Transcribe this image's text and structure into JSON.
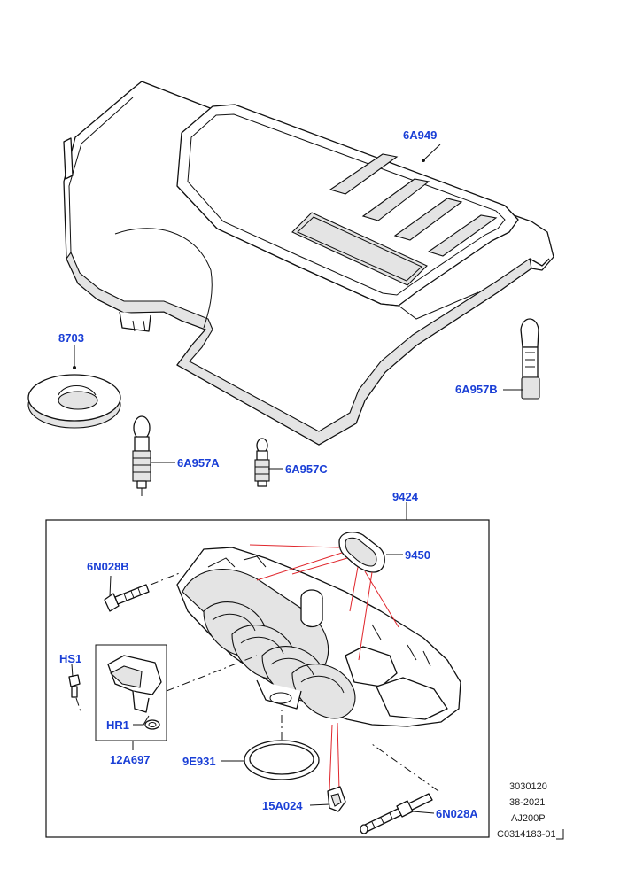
{
  "colors": {
    "callout": "#1a3fd6",
    "line": "#111111",
    "highlight": "#e0262c",
    "shade": "#e4e4e4"
  },
  "callouts": {
    "engine_cover": "6A949",
    "grommet": "8703",
    "pin_b": "6A957B",
    "pin_a": "6A957A",
    "pin_c": "6A957C",
    "manifold_kit": "9424",
    "gasket": "9450",
    "bolt_6n028b": "6N028B",
    "hs1": "HS1",
    "hr1": "HR1",
    "sensor": "12A697",
    "o_ring": "9E931",
    "clip": "15A024",
    "bolt_6n028a": "6N028A"
  },
  "footer": {
    "line1": "3030120",
    "line2": "38-2021",
    "line3": "AJ200P",
    "line4": "C0314183-01"
  }
}
